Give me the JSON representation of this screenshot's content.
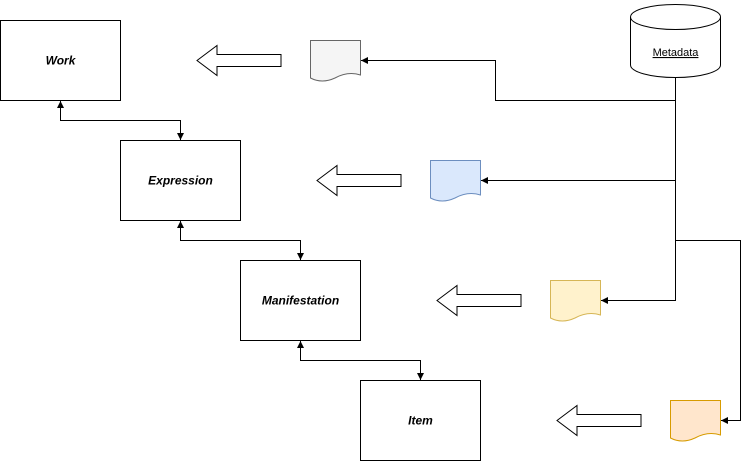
{
  "entities": {
    "work": "Work",
    "expression": "Expression",
    "manifestation": "Manifestation",
    "item": "Item"
  },
  "database": {
    "label": "Metadata"
  },
  "documents": [
    {
      "name": "document-work",
      "fill": "#f5f5f5",
      "stroke": "#666666"
    },
    {
      "name": "document-expression",
      "fill": "#dae8fc",
      "stroke": "#6c8ebf"
    },
    {
      "name": "document-manifestation",
      "fill": "#fff2cc",
      "stroke": "#d6b656"
    },
    {
      "name": "document-item",
      "fill": "#ffe6cc",
      "stroke": "#d79b00"
    }
  ],
  "colors": {
    "line": "#000000",
    "box_fill": "#ffffff"
  }
}
